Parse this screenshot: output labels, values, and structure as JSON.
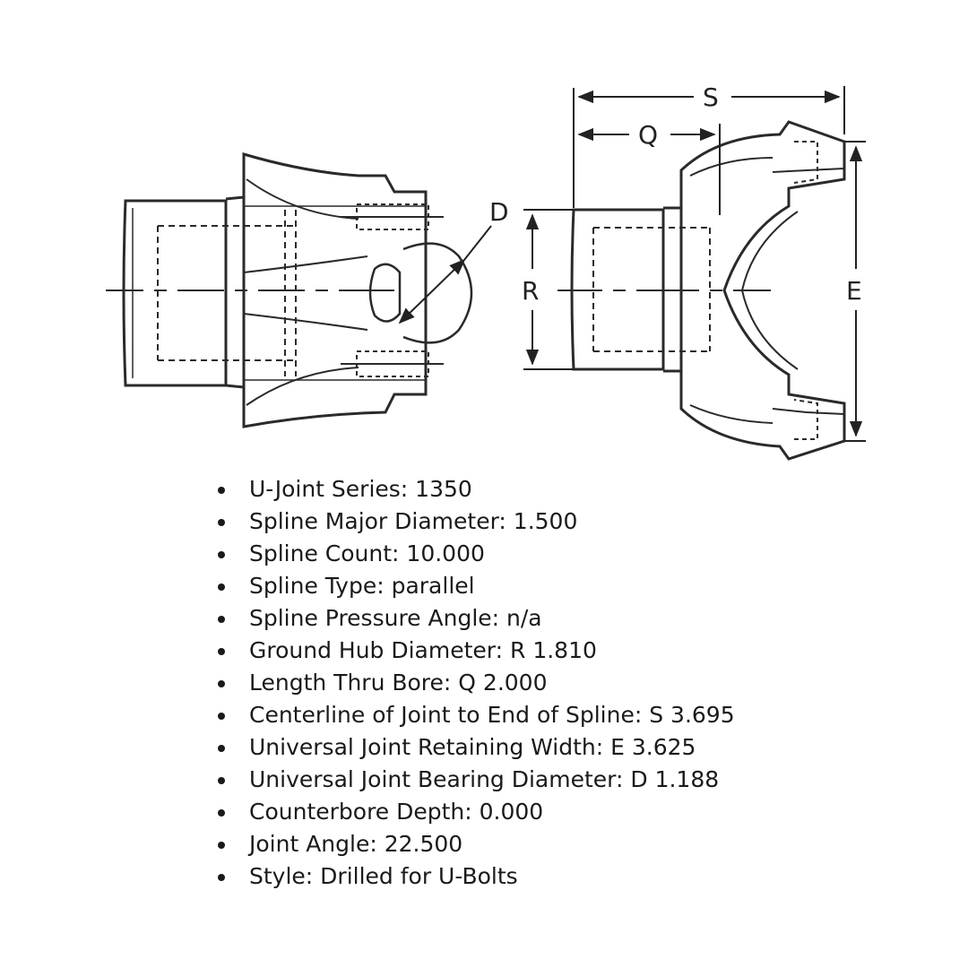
{
  "diagram": {
    "dimension_labels": {
      "d": "D",
      "r": "R",
      "q": "Q",
      "s": "S",
      "e": "E"
    }
  },
  "specs": [
    {
      "label": "U-Joint Series",
      "value": "1350",
      "text": "U-Joint Series: 1350"
    },
    {
      "label": "Spline Major Diameter",
      "value": "1.500",
      "text": "Spline Major Diameter: 1.500"
    },
    {
      "label": "Spline Count",
      "value": "10.000",
      "text": "Spline Count: 10.000"
    },
    {
      "label": "Spline Type",
      "value": "parallel",
      "text": "Spline Type: parallel"
    },
    {
      "label": "Spline Pressure Angle",
      "value": "n/a",
      "text": "Spline Pressure Angle: n/a"
    },
    {
      "label": "Ground Hub Diameter",
      "value": "R 1.810",
      "text": "Ground Hub Diameter: R 1.810"
    },
    {
      "label": "Length Thru Bore",
      "value": "Q 2.000",
      "text": "Length Thru Bore: Q 2.000"
    },
    {
      "label": "Centerline of Joint to End of Spline",
      "value": "S 3.695",
      "text": "Centerline of Joint to End of Spline: S 3.695"
    },
    {
      "label": "Universal Joint Retaining Width",
      "value": "E 3.625",
      "text": "Universal Joint Retaining Width: E 3.625"
    },
    {
      "label": "Universal Joint Bearing Diameter",
      "value": "D 1.188",
      "text": "Universal Joint Bearing Diameter: D 1.188"
    },
    {
      "label": "Counterbore Depth",
      "value": "0.000",
      "text": "Counterbore Depth: 0.000"
    },
    {
      "label": "Joint Angle",
      "value": "22.500",
      "text": "Joint Angle: 22.500"
    },
    {
      "label": "Style",
      "value": "Drilled for U-Bolts",
      "text": "Style: Drilled for U-Bolts"
    }
  ]
}
